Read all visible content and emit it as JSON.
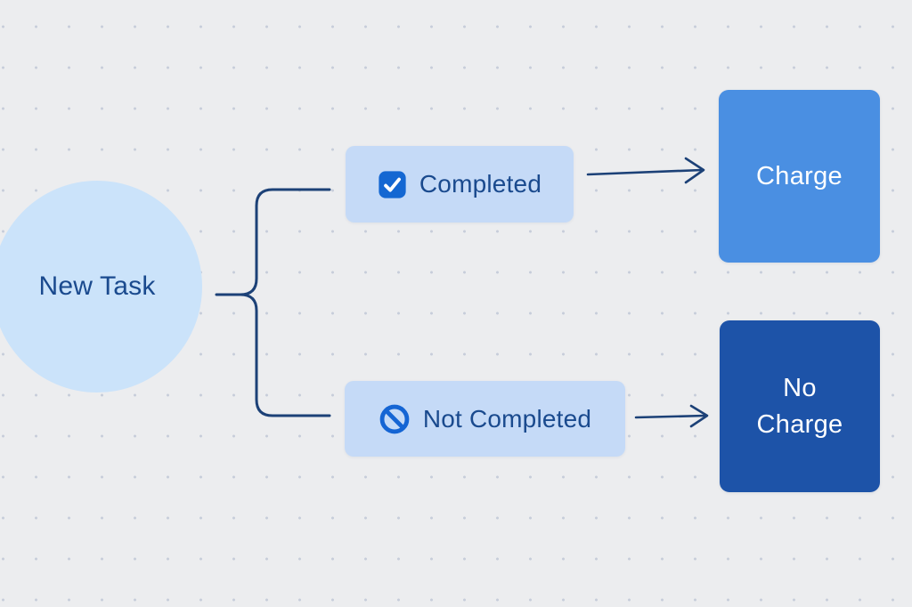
{
  "diagram": {
    "start_node": {
      "label": "New Task"
    },
    "branches": [
      {
        "condition": {
          "icon": "checkbox-checked-icon",
          "label": "Completed"
        },
        "outcome": {
          "label": "Charge"
        }
      },
      {
        "condition": {
          "icon": "prohibition-icon",
          "label": "Not Completed"
        },
        "outcome": {
          "label": "No\nCharge"
        }
      }
    ]
  },
  "colors": {
    "background": "#ECEDEF",
    "grid_dot": "#C7CDDA",
    "start_node_fill": "#CBE3FA",
    "condition_fill": "#C5DAF7",
    "navy_text": "#1A4A8E",
    "connector": "#1C4177",
    "charge_fill": "#4A8FE2",
    "no_charge_fill": "#1D53A8",
    "outcome_text": "#FFFFFF",
    "checkbox_icon_fill": "#1467D2",
    "prohibition_icon_stroke": "#1565D4"
  }
}
